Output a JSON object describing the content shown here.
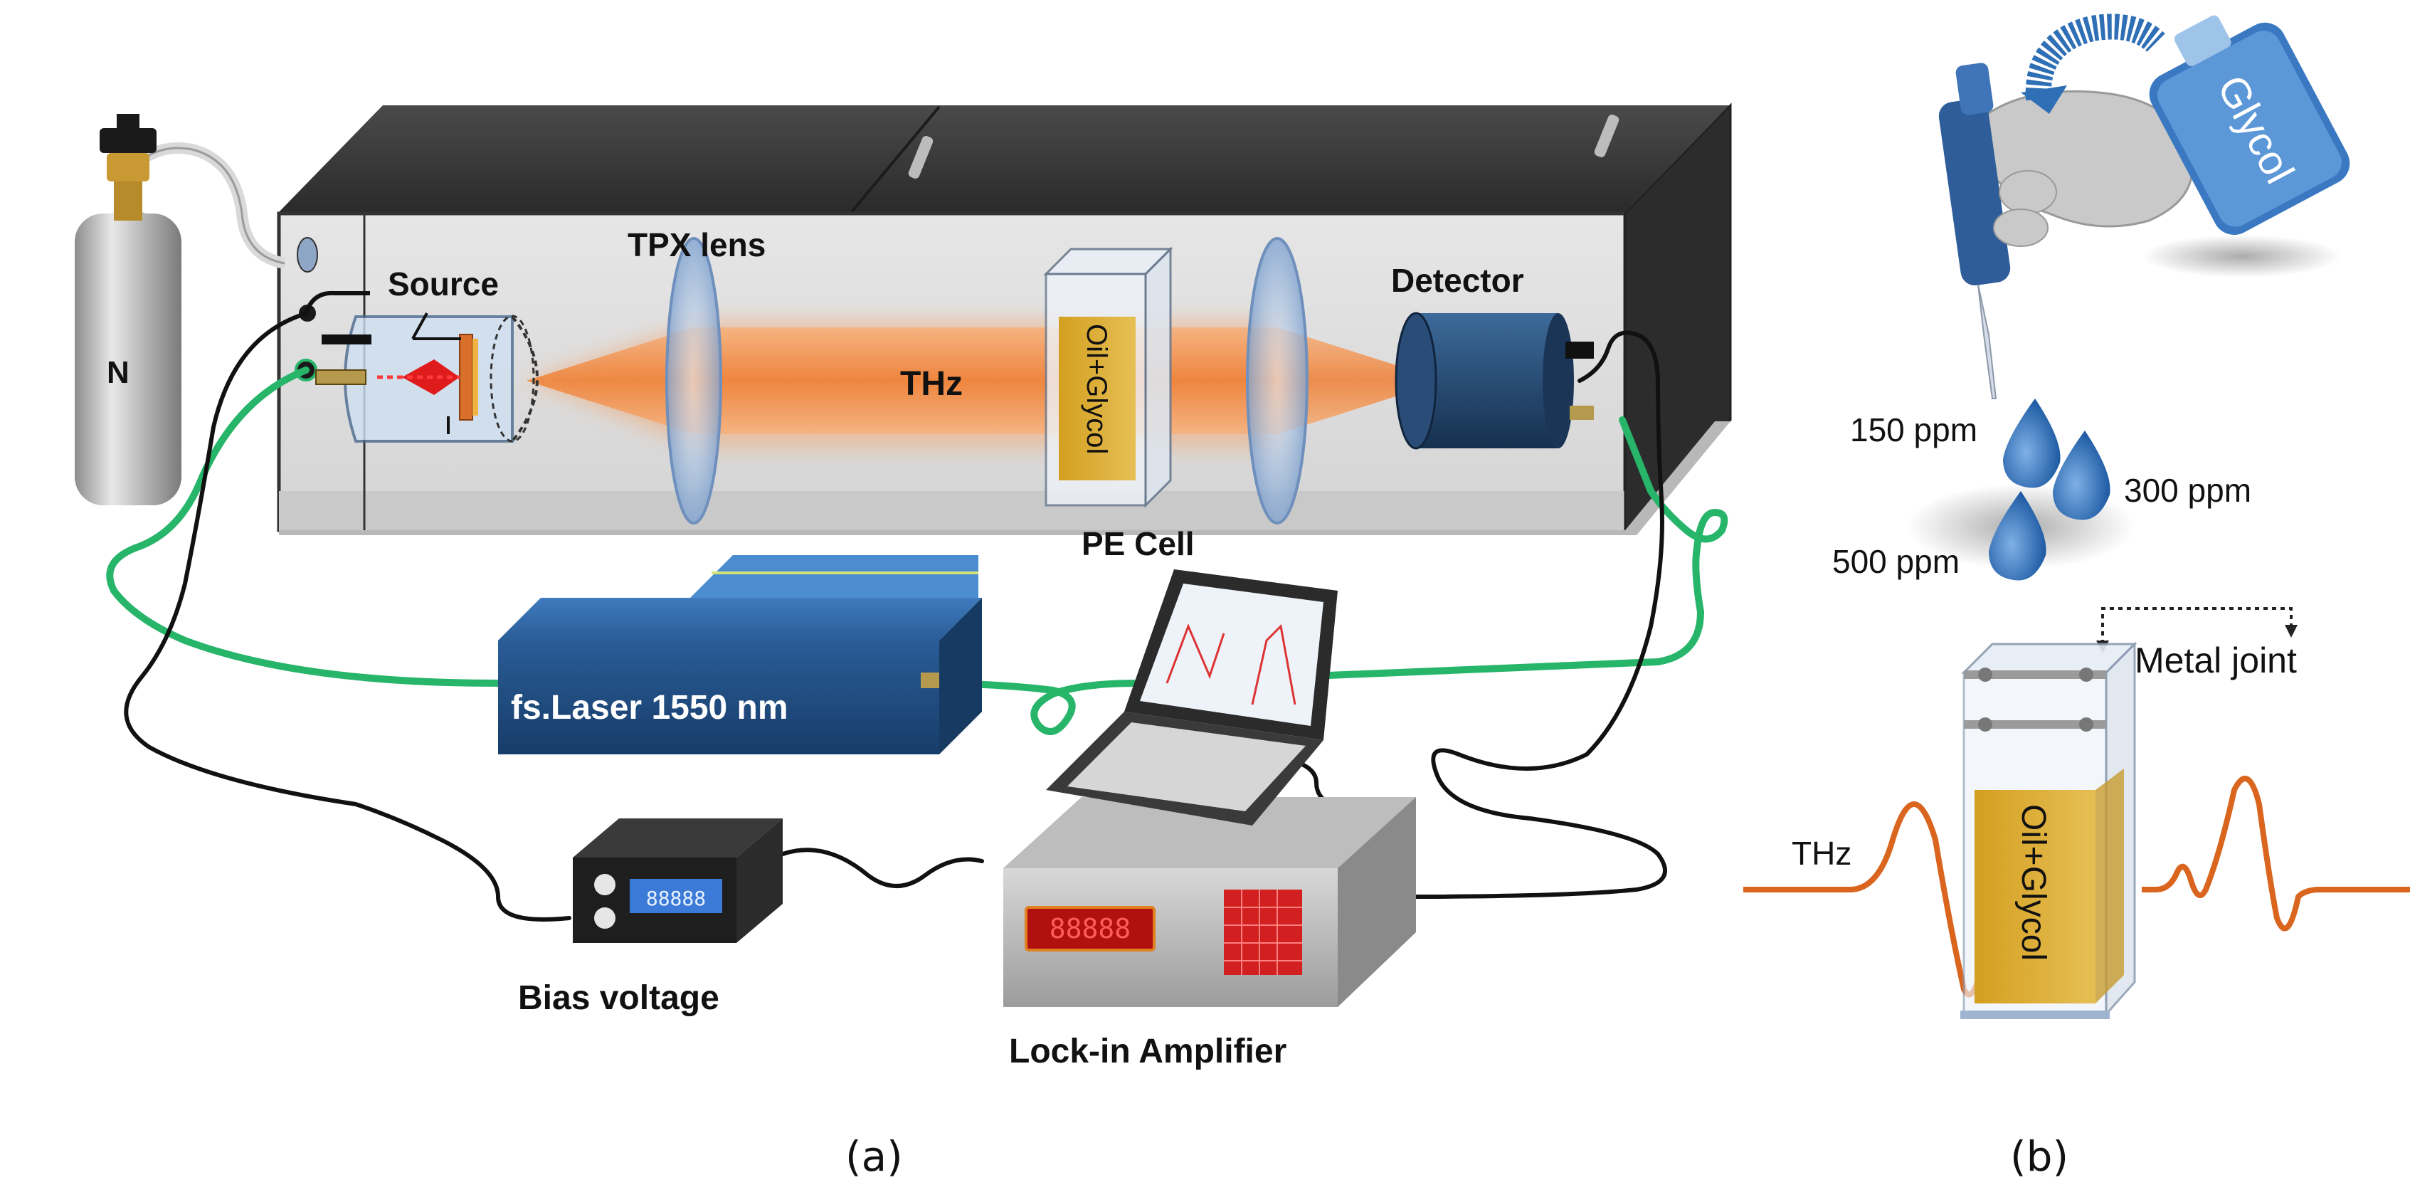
{
  "panel_a": {
    "gas_cylinder_label": "N",
    "source_label": "Source",
    "tpx_lens_label": "TPX lens",
    "beam_label": "THz",
    "cell_label": "PE Cell",
    "sample_label": "Oil+Glycol",
    "detector_label": "Detector",
    "laser_label": "fs.Laser 1550 nm",
    "bias_label": "Bias voltage",
    "bias_display": "88888",
    "lockin_label": "Lock-in Amplifier",
    "lockin_display": "88888",
    "caption": "(a)"
  },
  "panel_b": {
    "bottle_label": "Glycol",
    "conc_1": "150 ppm",
    "conc_2": "300 ppm",
    "conc_3": "500 ppm",
    "joint_label": "Metal joint",
    "wave_label": "THz",
    "sample_label": "Oil+Glycol",
    "caption": "(b)"
  },
  "colors": {
    "box_dark": "#2b2b2b",
    "beam_orange": "#f08a3c",
    "fiber_green": "#27b56a",
    "laser_blue": "#1f5a93",
    "sample_gold": "#d9a92a",
    "drop_blue": "#2f6fb5"
  }
}
